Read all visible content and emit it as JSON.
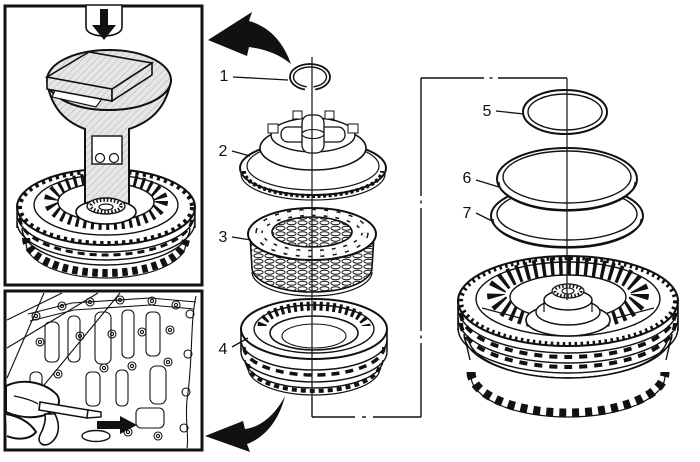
{
  "diagram": {
    "type": "exploded-assembly-diagram",
    "callouts": [
      {
        "label": "1"
      },
      {
        "label": "2"
      },
      {
        "label": "3"
      },
      {
        "label": "4"
      },
      {
        "label": "5"
      },
      {
        "label": "6"
      },
      {
        "label": "7"
      }
    ],
    "icons": {
      "press_down_arrow": "down-arrow-icon",
      "curved_arrow_top": "curved-arrow-icon",
      "curved_arrow_bottom": "curved-arrow-icon",
      "air_gun_pointer": "right-arrow-icon"
    },
    "colors": {
      "line": "#111111",
      "background": "#ffffff",
      "tool_fill": "#e6e6e6",
      "hatch_line": "#b4b4b4"
    }
  }
}
